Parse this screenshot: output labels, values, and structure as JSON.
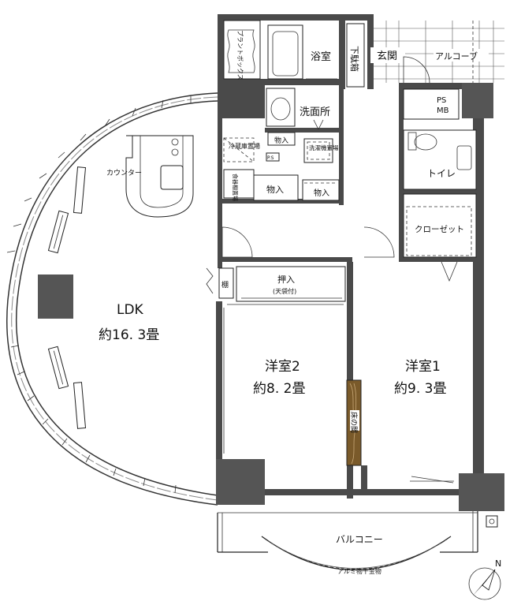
{
  "rooms": {
    "ldk_name": "LDK",
    "ldk_size": "約16. 3畳",
    "western2_name": "洋室2",
    "western2_size": "約8. 2畳",
    "western1_name": "洋室1",
    "western1_size": "約9. 3畳",
    "bathroom": "浴室",
    "entrance": "玄関",
    "alcove": "アルコーブ",
    "shoe_box": "下駄箱",
    "washroom": "洗面所",
    "toilet": "トイレ",
    "closet": "クローゼット",
    "oshiire": "押入",
    "oshiire_note": "(天袋付)",
    "tokonoma": "床の間",
    "balcony": "バルコニー",
    "balcony_rail": "アルミ物干金物",
    "plant_box": "プラントボックス",
    "counter": "カウンター",
    "fridge": "冷蔵庫置場",
    "dish_shelf": "食器棚置場",
    "washer": "洗濯機置場",
    "storage1": "物入",
    "storage2": "物入",
    "storage3": "物入",
    "shelf": "棚",
    "ps": "P.S",
    "ps_mb_1": "PS",
    "ps_mb_2": "MB",
    "north": "N"
  },
  "colors": {
    "wall": "#4a4a4a",
    "wood": "#7a5a2a",
    "line": "#222222"
  },
  "icons": [
    "north-arrow-icon",
    "door-swing-icon",
    "toilet-icon",
    "bathtub-icon",
    "sink-icon",
    "stove-icon"
  ]
}
